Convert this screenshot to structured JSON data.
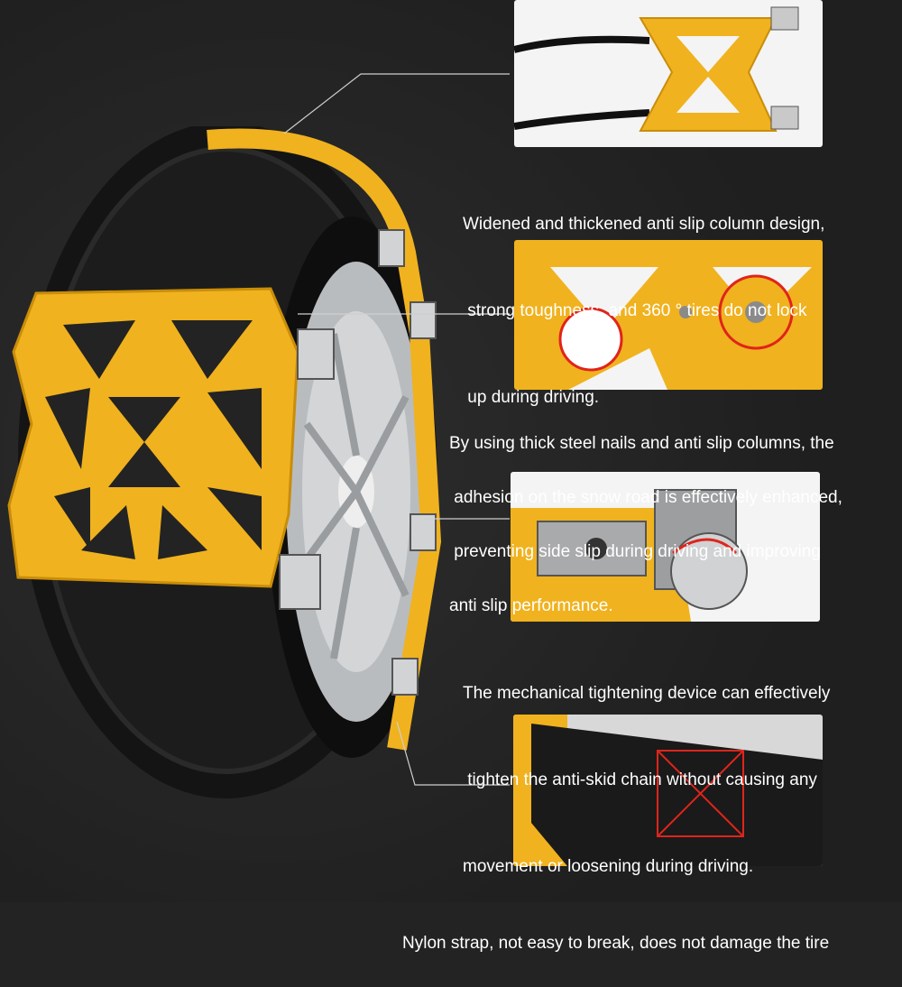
{
  "captions": [
    {
      "lines": [
        "Widened and thickened anti slip column design,",
        " strong toughness, and 360 ° tires do not lock",
        " up during driving."
      ]
    },
    {
      "lines": [
        "By using thick steel nails and anti slip columns, the",
        " adhesion on the snow road is effectively enhanced,",
        " preventing side slip during driving and improving",
        "anti slip performance."
      ]
    },
    {
      "lines": [
        "The mechanical tightening device can effectively",
        " tighten the anti-skid chain without causing any",
        "movement or loosening during driving."
      ]
    },
    {
      "lines": [
        "Nylon strap, not easy to break, does not damage the tire"
      ]
    }
  ],
  "colors": {
    "background": "#232323",
    "chain_yellow": "#f0b21e",
    "tire": "#151515",
    "rim": "#c9cbcd",
    "accent_red": "#e0241b"
  }
}
